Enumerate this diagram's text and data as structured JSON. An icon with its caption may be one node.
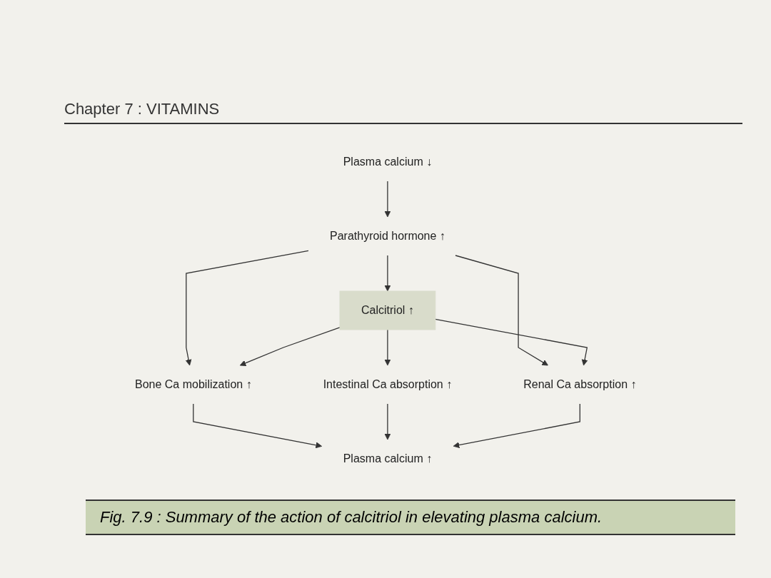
{
  "diagram": {
    "caption": "Fig. 7.9 : Summary of the action of calcitriol in elevating plasma calcium.",
    "nodes": [
      {
        "text": [
          "Plasma calcium ↓"
        ]
      },
      {
        "text": [
          "Parathyroid hormone ↑"
        ]
      },
      {
        "text": [
          "Calcitriol ↑"
        ]
      },
      {
        "text": [
          "Bone Ca mobilization ↑"
        ]
      },
      {
        "text": [
          "Intestinal Ca absorption ↑"
        ]
      },
      {
        "text": [
          "Renal Ca absorption ↑"
        ]
      },
      {
        "text": [
          "Plasma calcium ↑"
        ]
      }
    ],
    "edges": [
      {
        "from": 0,
        "to": 1,
        "arrow": "to"
      },
      {
        "from": 1,
        "to": 2,
        "arrow": "to"
      },
      {
        "from": 1,
        "to": 3,
        "arrow": "to"
      },
      {
        "from": 1,
        "to": 5,
        "arrow": "to"
      },
      {
        "from": 2,
        "to": 3,
        "arrow": "to"
      },
      {
        "from": 2,
        "to": 4,
        "arrow": "to"
      },
      {
        "from": 2,
        "to": 5,
        "arrow": "to"
      },
      {
        "from": 3,
        "to": 6,
        "arrow": "to"
      },
      {
        "from": 4,
        "to": 6,
        "arrow": "to"
      },
      {
        "from": 5,
        "to": 6,
        "arrow": "to"
      }
    ],
    "labels": [
      "Chapter 7 : VITAMINS"
    ]
  }
}
